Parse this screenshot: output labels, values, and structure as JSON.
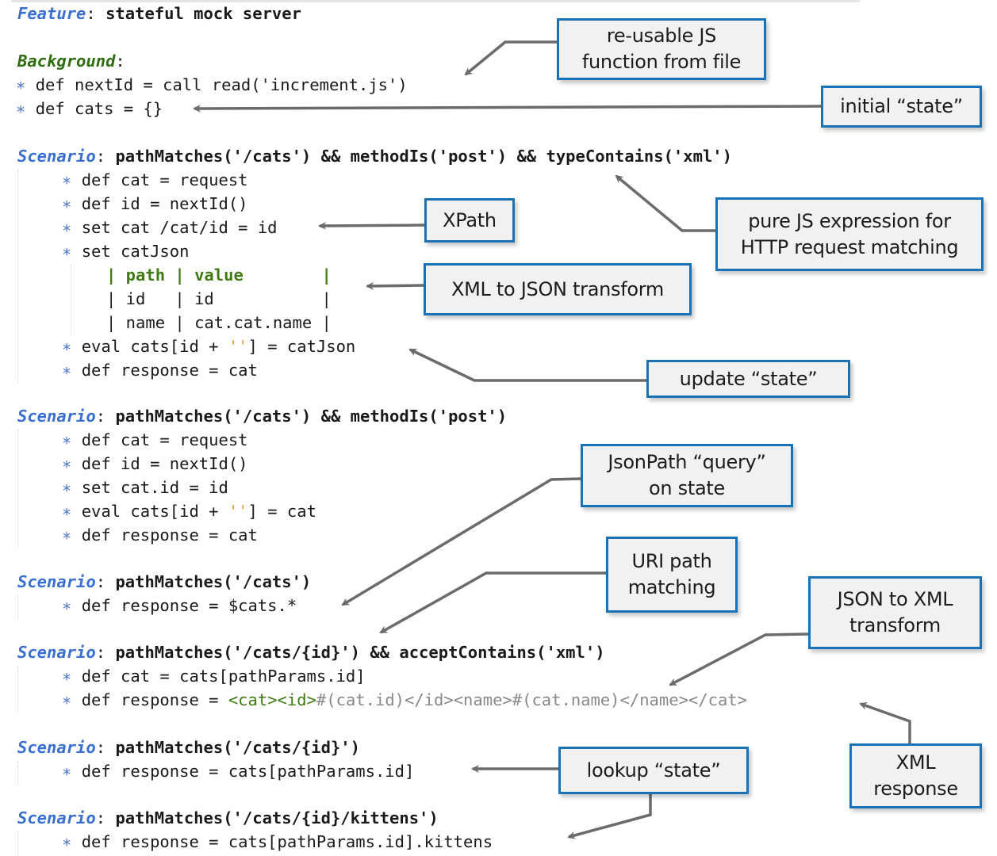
{
  "feature": {
    "keyword": "Feature",
    "title": "stateful mock server"
  },
  "background": {
    "keyword": "Background",
    "steps": [
      {
        "text": "def nextId = call read('increment.js')"
      },
      {
        "text": "def cats = {}"
      }
    ]
  },
  "scenarios": [
    {
      "keyword": "Scenario",
      "expression": "pathMatches('/cats') && methodIs('post') && typeContains('xml')",
      "steps": [
        "def cat = request",
        "def id = nextId()",
        "set cat /cat/id = id",
        "set catJson"
      ],
      "table": {
        "header": "| path | value        |",
        "rows": [
          "| id   | id           |",
          "| name | cat.cat.name |"
        ]
      },
      "steps_after": [
        {
          "pre": "eval cats[id + ",
          "str": "''",
          "post": "] = catJson"
        },
        {
          "text": "def response = cat"
        }
      ]
    },
    {
      "keyword": "Scenario",
      "expression": "pathMatches('/cats') && methodIs('post')",
      "steps": [
        "def cat = request",
        "def id = nextId()",
        "set cat.id = id"
      ],
      "eval_step": {
        "pre": "eval cats[id + ",
        "str": "''",
        "post": "] = cat"
      },
      "last_step": "def response = cat"
    },
    {
      "keyword": "Scenario",
      "expression": "pathMatches('/cats')",
      "steps": [
        "def response = $cats.*"
      ]
    },
    {
      "keyword": "Scenario",
      "expression": "pathMatches('/cats/{id}') && acceptContains('xml')",
      "steps": [
        "def cat = cats[pathParams.id]"
      ],
      "xml_step": {
        "pre": "def response = ",
        "tag": "<cat><id>",
        "rest": "#(cat.id)</id><name>#(cat.name)</name></cat>"
      }
    },
    {
      "keyword": "Scenario",
      "expression": "pathMatches('/cats/{id}')",
      "steps": [
        "def response = cats[pathParams.id]"
      ]
    },
    {
      "keyword": "Scenario",
      "expression": "pathMatches('/cats/{id}/kittens')",
      "steps": [
        "def response = cats[pathParams.id].kittens"
      ]
    }
  ],
  "star": "∗",
  "callouts": {
    "reusable_js": "re-usable JS\nfunction from file",
    "initial_state": "initial “state”",
    "pure_js": "pure JS expression for\nHTTP request matching",
    "xpath": "XPath",
    "xml_to_json": "XML to JSON transform",
    "update_state": "update “state”",
    "jsonpath_query": "JsonPath “query”\non state",
    "uri_path": "URI path\nmatching",
    "json_to_xml": "JSON to XML\ntransform",
    "xml_response": "XML\nresponse",
    "lookup_state": "lookup “state”"
  },
  "colors": {
    "callout_border": "#1a72b6",
    "callout_fill": "#f1f1f1",
    "arrow": "#6b6b6b",
    "keyword_feature": "#3a6fd1",
    "keyword_background": "#2f6d10",
    "string_literal": "#e8a33c"
  }
}
